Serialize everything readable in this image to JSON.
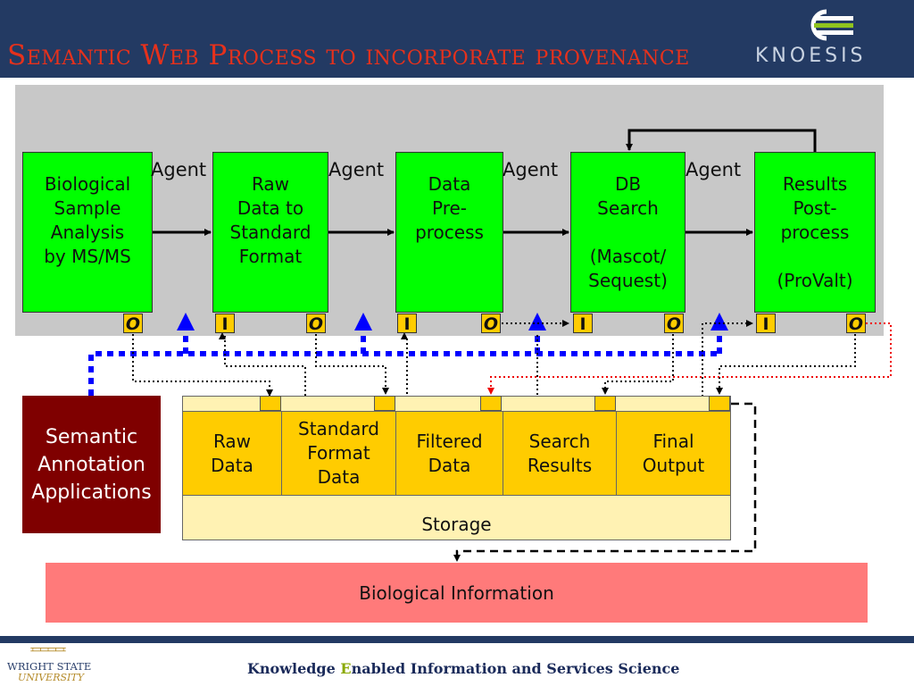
{
  "title": "Semantic Web Process to incorporate provenance",
  "logo": {
    "text": "KNOESIS"
  },
  "processes": [
    {
      "label": "Biological\nSample\nAnalysis\nby MS/MS"
    },
    {
      "label": "Raw\nData to\nStandard\nFormat"
    },
    {
      "label": "Data\nPre-\nprocess"
    },
    {
      "label": "DB\nSearch\n\n(Mascot/\nSequest)"
    },
    {
      "label": "Results\nPost-\nprocess\n\n(ProValt)"
    }
  ],
  "agents": [
    "Agent",
    "Agent",
    "Agent",
    "Agent"
  ],
  "ports": {
    "input": "I",
    "output": "O"
  },
  "semantic_annotation": "Semantic\nAnnotation\nApplications",
  "storage": {
    "label": "Storage",
    "cells": [
      "Raw\nData",
      "Standard\nFormat\nData",
      "Filtered\nData",
      "Search\nResults",
      "Final\nOutput"
    ]
  },
  "biological_information": "Biological Information",
  "footer": {
    "institution_line1": "WRIGHT STATE",
    "institution_line2": "UNIVERSITY",
    "tagline_prefix": "Knowledge ",
    "tagline_e": "E",
    "tagline_rest": "nabled Information and Services Science"
  },
  "colors": {
    "header": "#233a63",
    "title": "#e6311c",
    "process": "#00ff00",
    "port": "#ffcc00",
    "semantic_box": "#7f0000",
    "storage": "#fff2b3",
    "storage_cell": "#ffcc00",
    "bio_info": "#ff7a7a",
    "annotation_arrows": "#0000ff",
    "provenance_link": "#ff0000"
  }
}
